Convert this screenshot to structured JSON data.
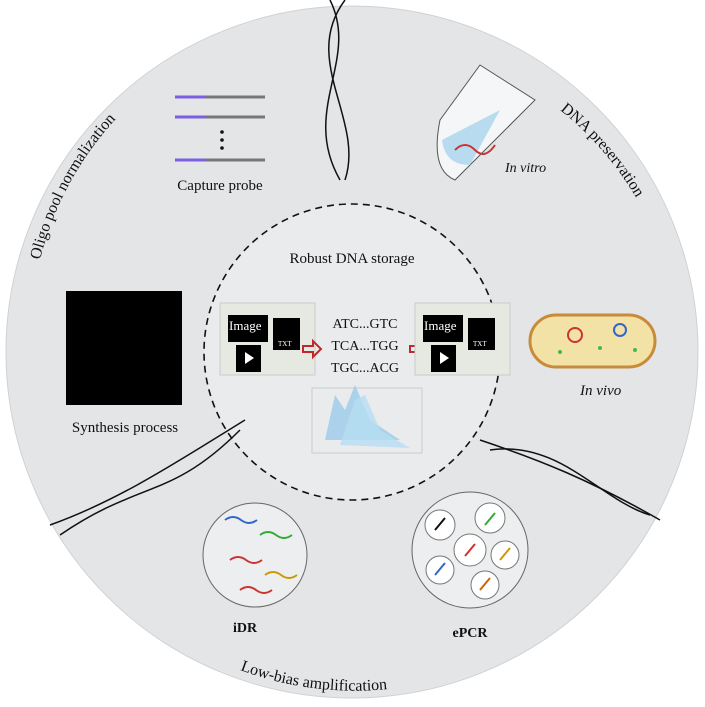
{
  "sections": {
    "oligo": "Oligo pool normalization",
    "preservation": "DNA preservation",
    "amplification": "Low-bias amplification"
  },
  "center": {
    "title": "Robust DNA storage",
    "sequences": [
      "ATC...GTC",
      "TCA...TGG",
      "TGC...ACG"
    ],
    "image_label": "Image",
    "txt_label": "TXT"
  },
  "labels": {
    "capture_probe": "Capture probe",
    "in_vitro": "In vitro",
    "in_vivo": "In vivo",
    "synthesis": "Synthesis process",
    "idr": "iDR",
    "epcr": "ePCR"
  },
  "colors": {
    "background": "#e3e5e7",
    "probe": "#7b5fe0",
    "arrow": "#c0282c"
  }
}
